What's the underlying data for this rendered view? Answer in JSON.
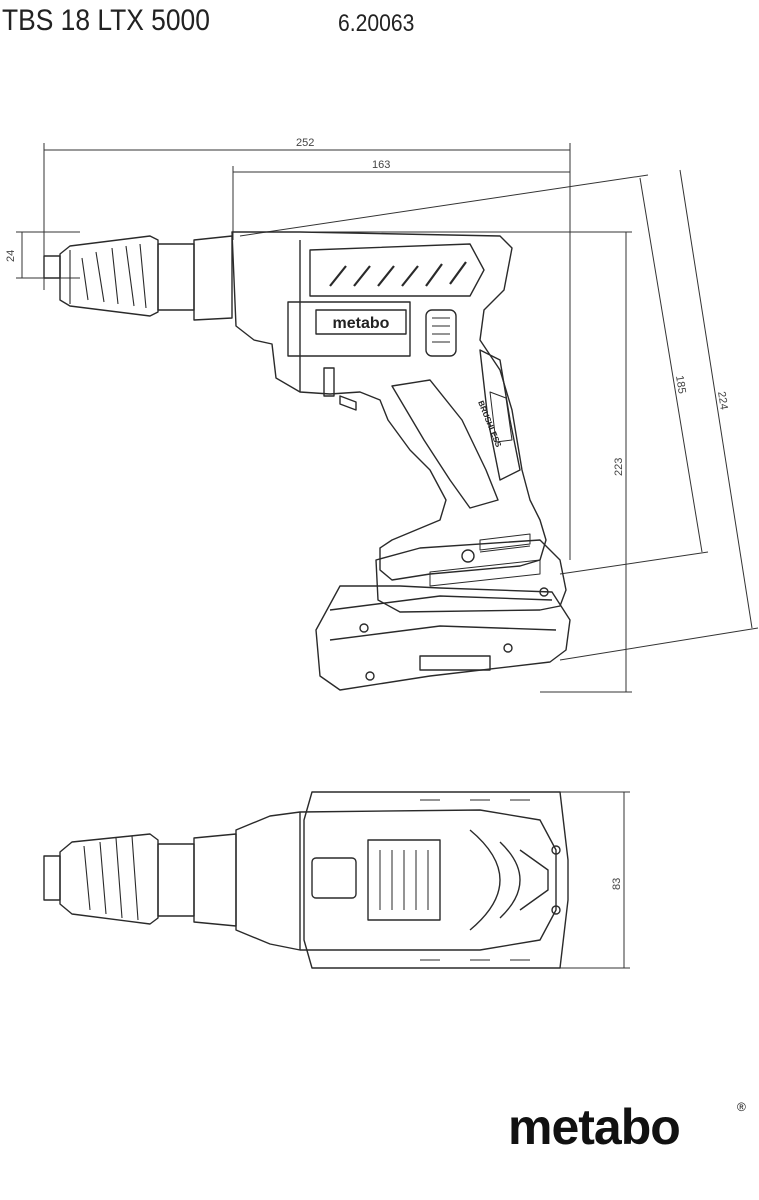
{
  "header": {
    "model": "TBS 18 LTX 5000",
    "article_number": "6.20063"
  },
  "dimensions": {
    "overall_length": "252",
    "body_length": "163",
    "nose_diameter": "24",
    "height": "223",
    "grip_length": "185",
    "diagonal": "224",
    "width": "83"
  },
  "labels": {
    "housing_logo": "metabo",
    "brushless_label": "BRUSHLESS"
  },
  "brand": {
    "logo_text": "metabo",
    "registered_mark": "®"
  }
}
